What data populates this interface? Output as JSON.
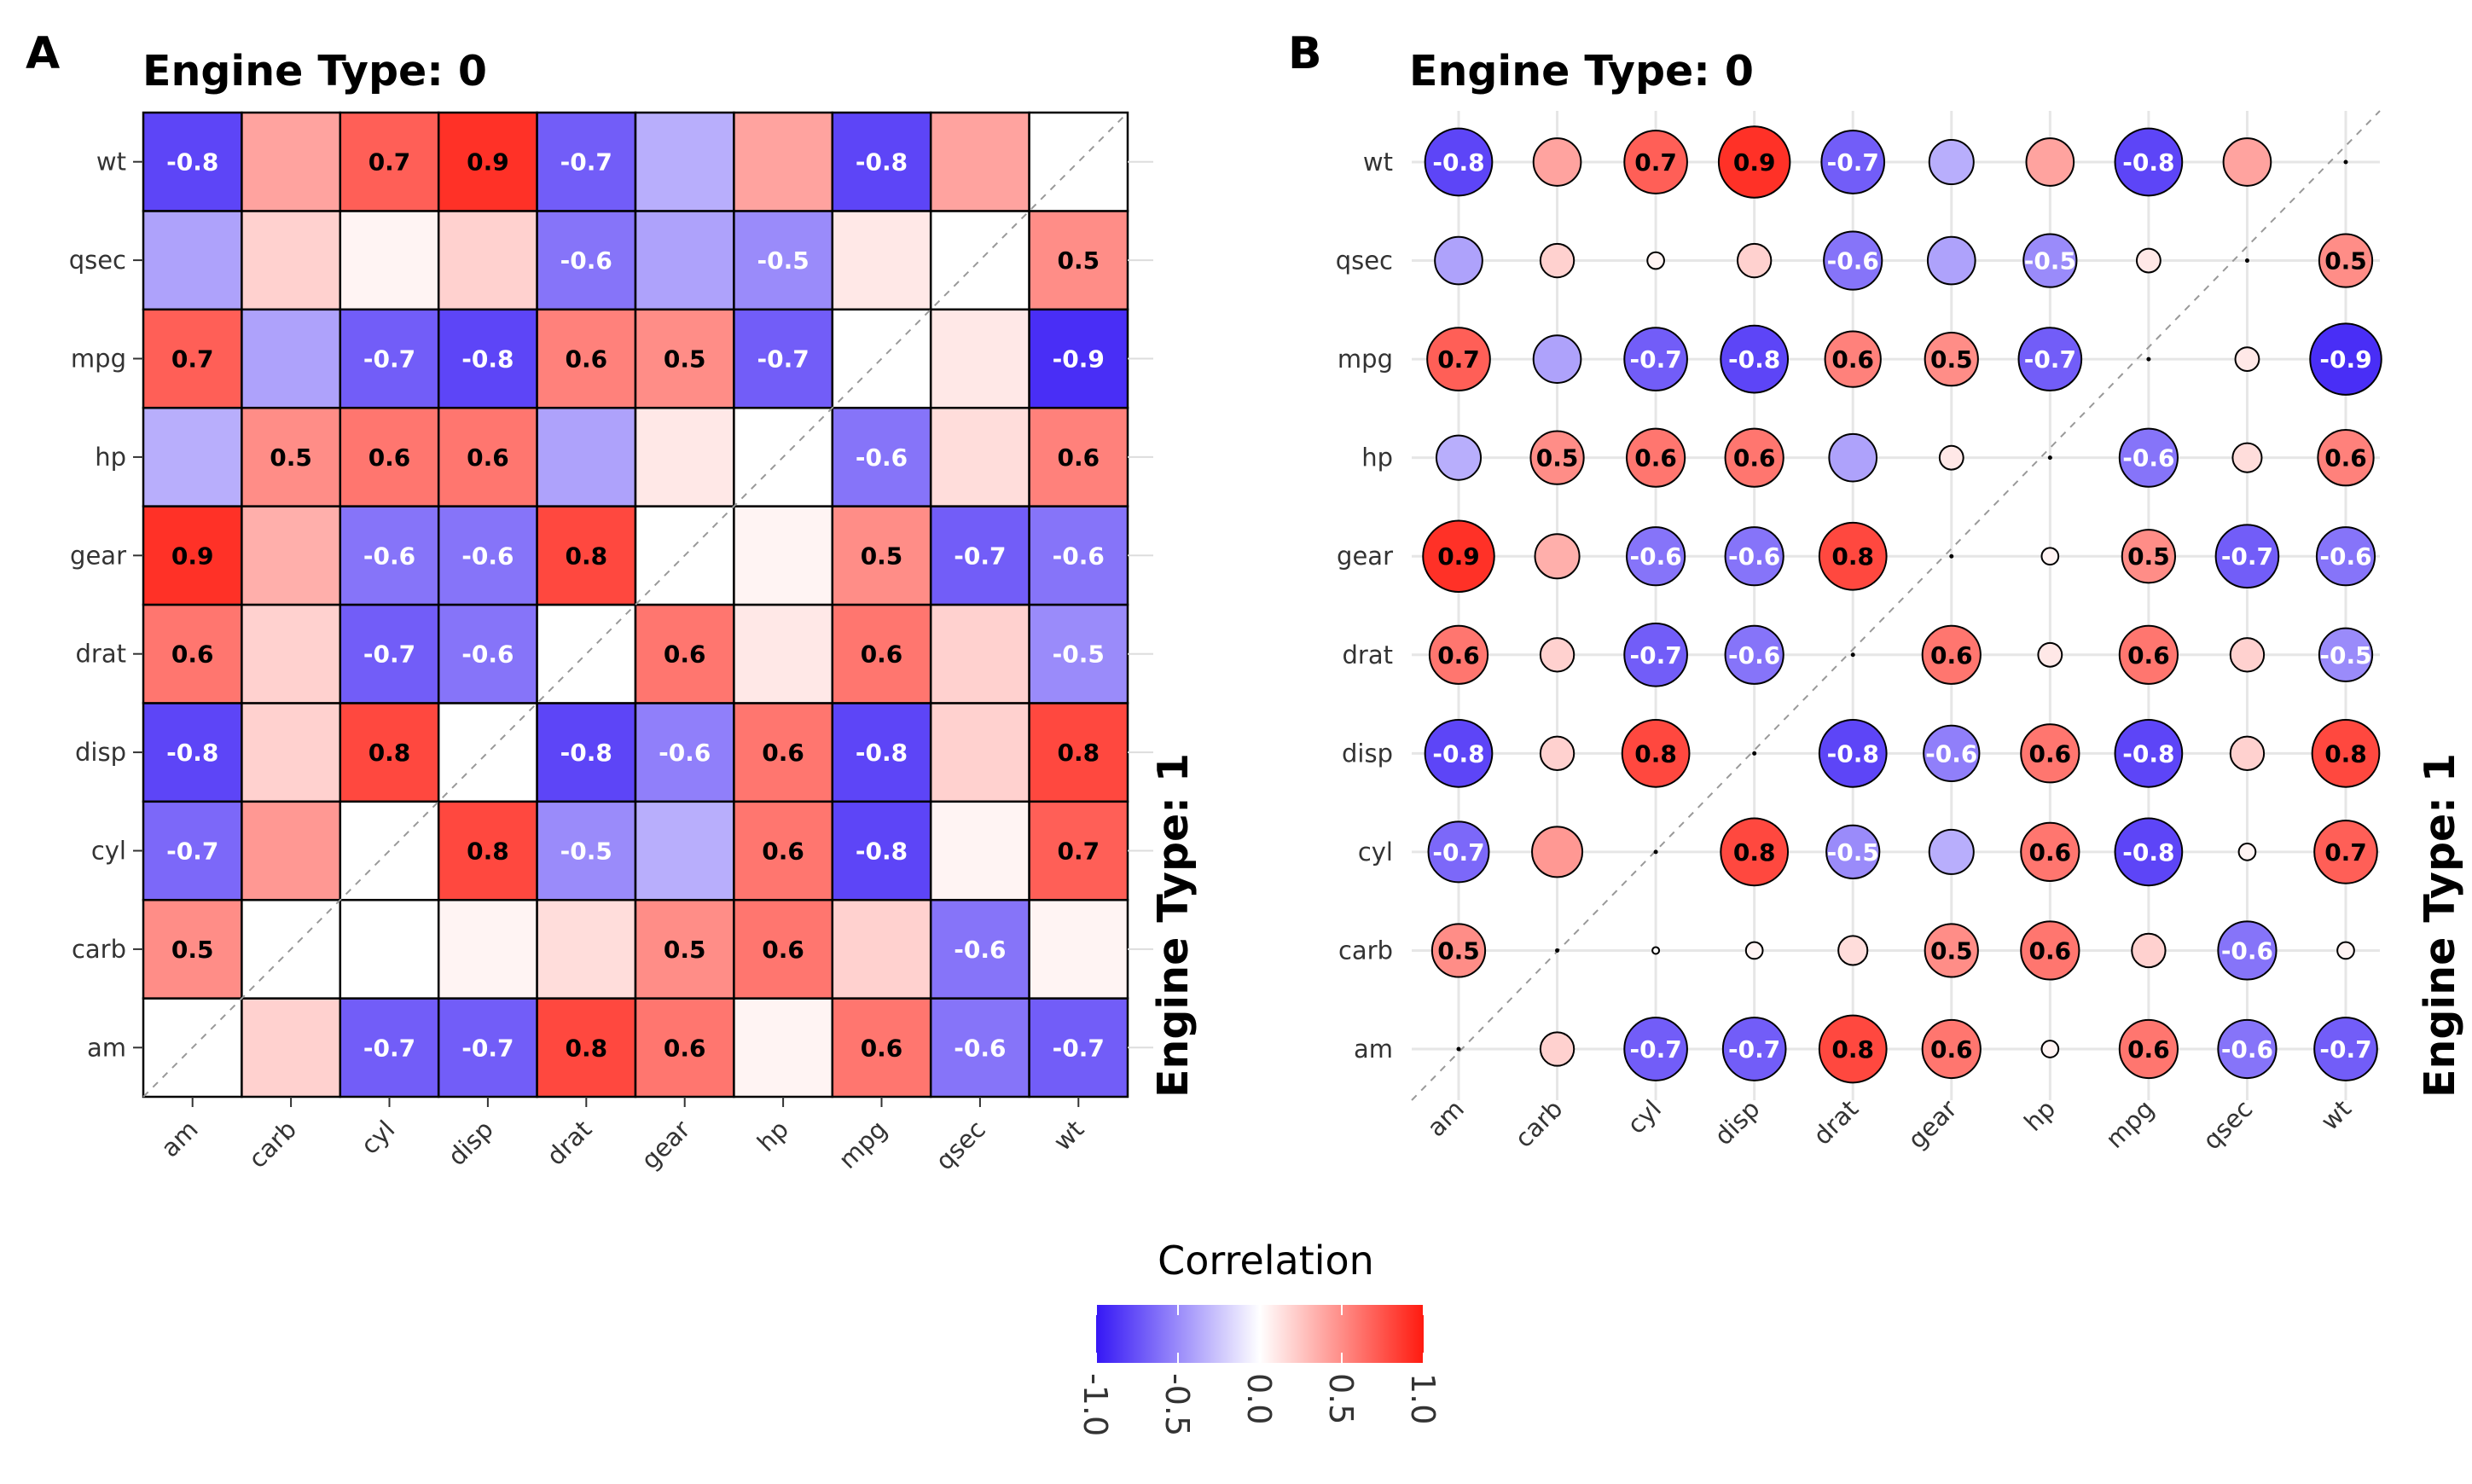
{
  "chart_data": [
    {
      "type": "heatmap",
      "panel_tag": "A",
      "title": "Engine Type: 0",
      "strip_label": "Engine Type: 1",
      "variables": [
        "am",
        "carb",
        "cyl",
        "disp",
        "drat",
        "gear",
        "hp",
        "mpg",
        "qsec",
        "wt"
      ],
      "y_order_top_to_bottom": [
        "wt",
        "qsec",
        "mpg",
        "hp",
        "gear",
        "drat",
        "disp",
        "cyl",
        "carb",
        "am"
      ],
      "diagonal": "dashed-line",
      "matrix": [
        [
          null,
          0.2,
          -0.7,
          -0.7,
          0.8,
          0.6,
          0.05,
          0.6,
          -0.6,
          -0.7
        ],
        [
          0.5,
          null,
          0.0,
          0.05,
          0.15,
          0.5,
          0.6,
          0.2,
          -0.6,
          0.05
        ],
        [
          -0.65,
          0.45,
          null,
          0.8,
          -0.5,
          -0.35,
          0.6,
          -0.8,
          0.05,
          0.7
        ],
        [
          -0.8,
          0.2,
          0.8,
          null,
          -0.8,
          -0.55,
          0.6,
          -0.8,
          0.2,
          0.8
        ],
        [
          0.6,
          0.2,
          -0.7,
          -0.6,
          null,
          0.6,
          0.1,
          0.6,
          0.2,
          -0.5
        ],
        [
          0.9,
          0.35,
          -0.6,
          -0.6,
          0.8,
          null,
          0.05,
          0.5,
          -0.7,
          -0.6
        ],
        [
          -0.35,
          0.5,
          0.6,
          0.6,
          -0.4,
          0.1,
          null,
          -0.6,
          0.15,
          0.55
        ],
        [
          0.7,
          -0.4,
          -0.7,
          -0.8,
          0.55,
          0.5,
          -0.7,
          null,
          0.1,
          -0.9
        ],
        [
          -0.4,
          0.2,
          0.05,
          0.2,
          -0.6,
          -0.4,
          -0.5,
          0.1,
          null,
          0.5
        ],
        [
          -0.8,
          0.4,
          0.7,
          0.9,
          -0.7,
          -0.35,
          0.4,
          -0.8,
          0.4,
          null
        ]
      ],
      "legend": {
        "title": "Correlation",
        "range": [
          -1,
          1
        ],
        "ticks": [
          "-1.0",
          "-0.5",
          "0.0",
          "0.5",
          "1.0"
        ],
        "low_color": "#3517F5",
        "mid_color": "#FFFFFF",
        "high_color": "#FF1A0F"
      }
    },
    {
      "type": "scatter",
      "subtype": "correlation-circles",
      "panel_tag": "B",
      "title": "Engine Type: 0",
      "strip_label": "Engine Type: 1",
      "variables": [
        "am",
        "carb",
        "cyl",
        "disp",
        "drat",
        "gear",
        "hp",
        "mpg",
        "qsec",
        "wt"
      ],
      "y_order_top_to_bottom": [
        "wt",
        "qsec",
        "mpg",
        "hp",
        "gear",
        "drat",
        "disp",
        "cyl",
        "carb",
        "am"
      ],
      "diagonal": "dashed-line",
      "grid": true,
      "size_encodes": "absolute correlation",
      "matrix": [
        [
          null,
          0.2,
          -0.7,
          -0.7,
          0.8,
          0.6,
          0.05,
          0.6,
          -0.6,
          -0.7
        ],
        [
          0.5,
          null,
          0.0,
          0.05,
          0.15,
          0.5,
          0.6,
          0.2,
          -0.6,
          0.05
        ],
        [
          -0.65,
          0.45,
          null,
          0.8,
          -0.5,
          -0.35,
          0.6,
          -0.8,
          0.05,
          0.7
        ],
        [
          -0.8,
          0.2,
          0.8,
          null,
          -0.8,
          -0.55,
          0.6,
          -0.8,
          0.2,
          0.8
        ],
        [
          0.6,
          0.2,
          -0.7,
          -0.6,
          null,
          0.6,
          0.1,
          0.6,
          0.2,
          -0.5
        ],
        [
          0.9,
          0.35,
          -0.6,
          -0.6,
          0.8,
          null,
          0.05,
          0.5,
          -0.7,
          -0.6
        ],
        [
          -0.35,
          0.5,
          0.6,
          0.6,
          -0.4,
          0.1,
          null,
          -0.6,
          0.15,
          0.55
        ],
        [
          0.7,
          -0.4,
          -0.7,
          -0.8,
          0.55,
          0.5,
          -0.7,
          null,
          0.1,
          -0.9
        ],
        [
          -0.4,
          0.2,
          0.05,
          0.2,
          -0.6,
          -0.4,
          -0.5,
          0.1,
          null,
          0.5
        ],
        [
          -0.8,
          0.4,
          0.7,
          0.9,
          -0.7,
          -0.35,
          0.4,
          -0.8,
          0.4,
          null
        ]
      ]
    }
  ]
}
